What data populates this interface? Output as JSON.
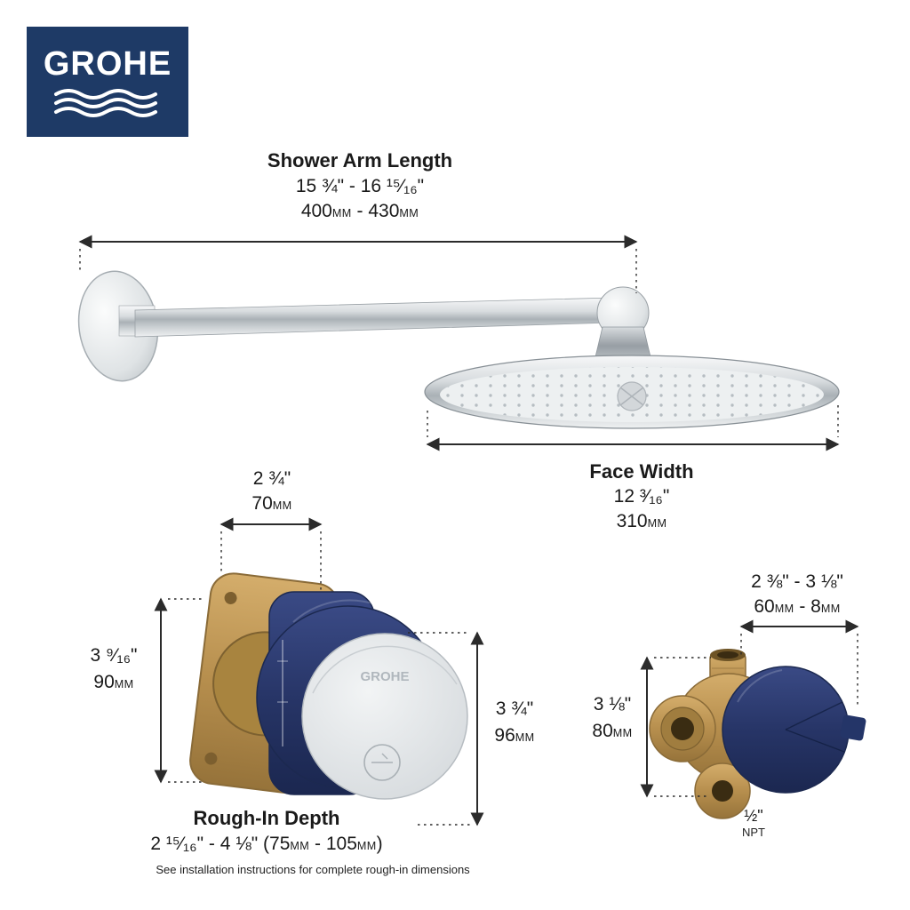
{
  "logo": {
    "text": "GROHE"
  },
  "colors": {
    "brand_navy": "#1e3a66",
    "valve_navy": "#273567",
    "brass": "#b78f4e",
    "chrome": "#d8dcdf",
    "dimension_line": "#2b2b2b"
  },
  "shower": {
    "arm_length": {
      "title": "Shower Arm Length",
      "inches": "15 ¾\" - 16 ¹⁵⁄₁₆\"",
      "mm": "400mm - 430mm"
    },
    "face_width": {
      "title": "Face Width",
      "inches": "12 ³⁄₁₆\"",
      "mm": "310mm"
    }
  },
  "rough_in_valve": {
    "width": {
      "inches": "2 ¾\"",
      "mm": "70mm"
    },
    "height": {
      "inches": "3 ⁹⁄₁₆\"",
      "mm": "90mm"
    },
    "depth": {
      "inches": "3 ¾\"",
      "mm": "96mm"
    },
    "title": "Rough-In Depth",
    "range": "2 ¹⁵⁄₁₆\" - 4 ⅛\" (75mm - 105mm)",
    "note": "See installation instructions for complete rough-in dimensions",
    "cap_logo": "GROHE"
  },
  "diverter_valve": {
    "width": {
      "inches": "2 ⅜\" - 3 ⅛\"",
      "mm": "60mm - 8mm"
    },
    "height": {
      "inches": "3 ⅛\"",
      "mm": "80mm"
    },
    "npt": {
      "size": "½\"",
      "label": "NPT"
    }
  }
}
